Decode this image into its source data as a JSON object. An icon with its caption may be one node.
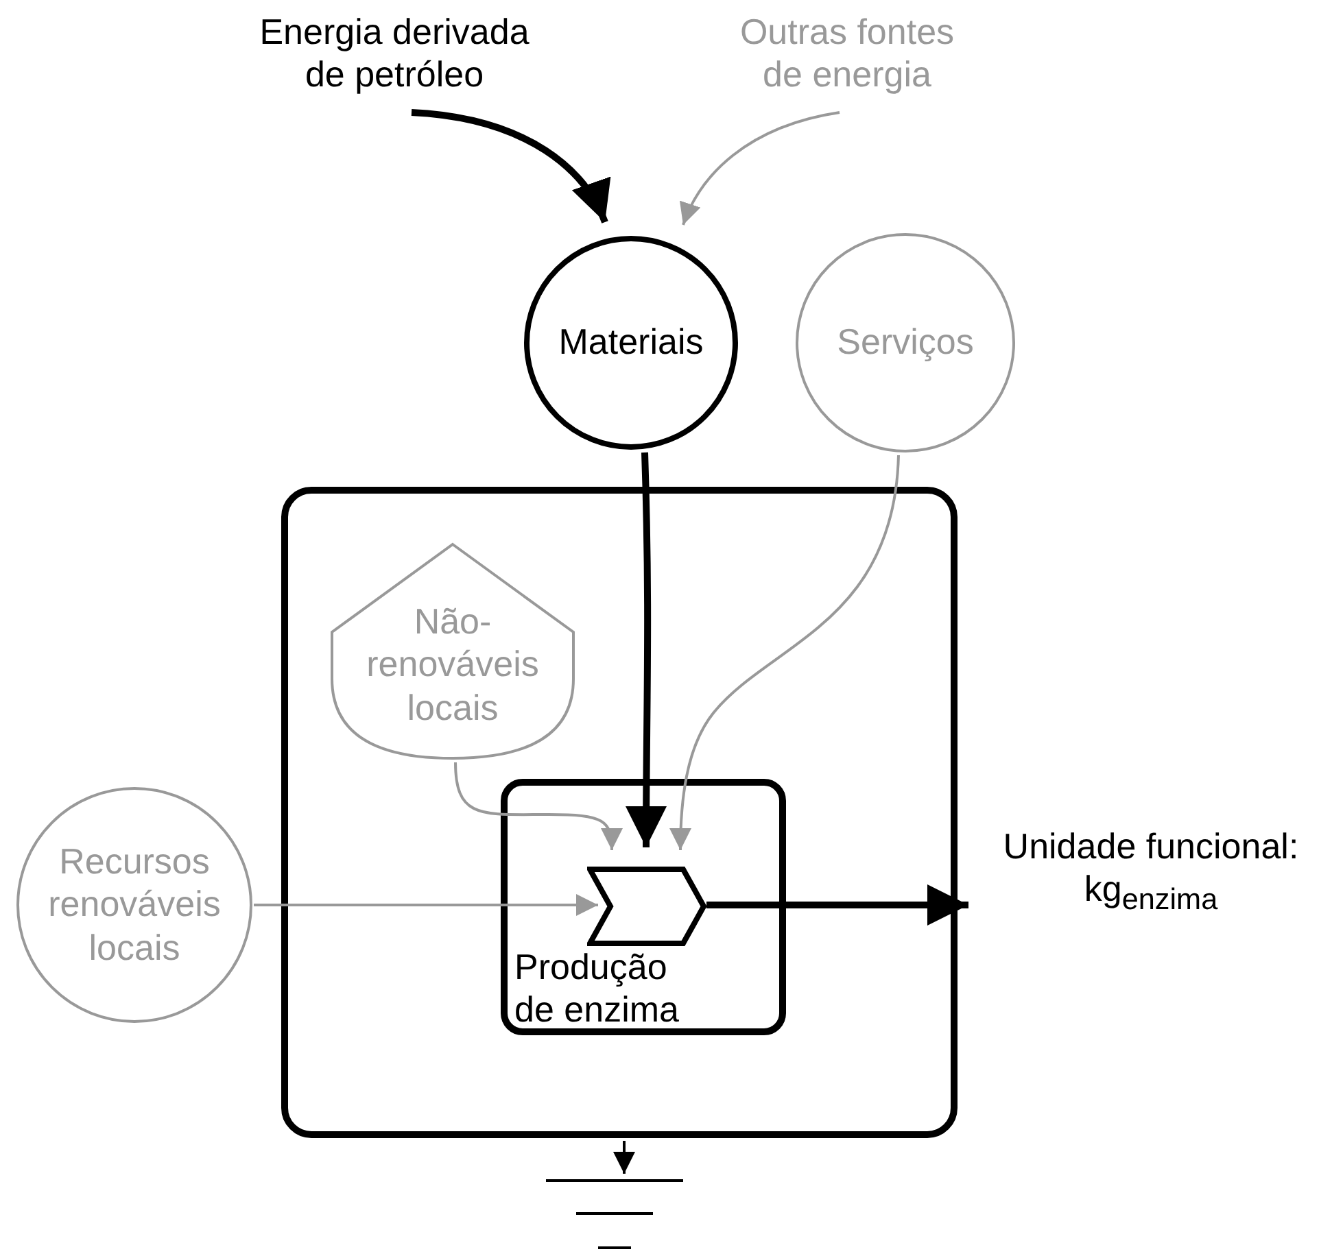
{
  "diagram": {
    "nodes": [
      {
        "text": [],
        "shape": "box"
      },
      {
        "text": [
          "Energia derivada de petróleo"
        ]
      },
      {
        "text": [
          "Outras fontes de energia"
        ]
      },
      {
        "text": [
          "Materiais"
        ]
      },
      {
        "text": [
          "Serviços"
        ]
      },
      {
        "text": [
          "Não-renováveis locais"
        ],
        "in": 0
      },
      {
        "text": [
          "Recursos renováveis locais"
        ]
      },
      {
        "text": [
          "Produção de enzima"
        ],
        "in": 0
      },
      {
        "text": [],
        "shape": "chevron",
        "in": 7
      },
      {
        "text": [
          "Unidade funcional: kg$_{enzima}$"
        ]
      },
      {
        "text": [],
        "shape": "ground"
      }
    ],
    "edges": [
      {
        "from": 1,
        "to": 3,
        "arrow": "to",
        "style": "thick",
        "color": "#000000"
      },
      {
        "from": 2,
        "to": 3,
        "arrow": "to",
        "color": "#999999"
      },
      {
        "from": 3,
        "to": 8,
        "arrow": "to",
        "style": "thick",
        "color": "#000000"
      },
      {
        "from": 4,
        "to": 8,
        "arrow": "to",
        "color": "#999999"
      },
      {
        "from": 5,
        "to": 8,
        "arrow": "to",
        "color": "#999999"
      },
      {
        "from": 6,
        "to": 8,
        "arrow": "to",
        "color": "#999999"
      },
      {
        "from": 8,
        "to": 9,
        "arrow": "to",
        "style": "thick",
        "color": "#000000"
      },
      {
        "from": 0,
        "to": 10,
        "arrow": "to",
        "color": "#000000"
      }
    ]
  }
}
